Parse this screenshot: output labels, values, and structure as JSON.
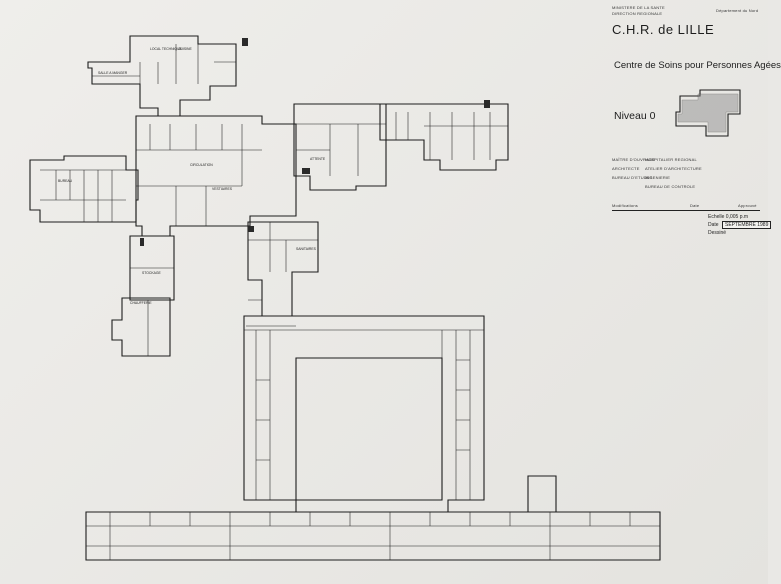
{
  "header": {
    "org_line1": "MINISTERE DE LA SANTE",
    "org_line2": "DIRECTION REGIONALE",
    "corner_note": "Département du Nord"
  },
  "sheet": {
    "title": "C.H.R. de LILLE",
    "subtitle": "Centre de Soins pour Personnes Agées",
    "level": "Niveau 0"
  },
  "info_rows": [
    {
      "key": "MAÎTRE D'OUVRAGE",
      "value": "HOSPITALIER REGIONAL"
    },
    {
      "key": "ARCHITECTE",
      "value": "ATELIER D'ARCHITECTURE"
    },
    {
      "key": "BUREAU D'ETUDES",
      "value": "INGENIERIE"
    },
    {
      "key": "",
      "value": "BUREAU DE CONTROLE"
    }
  ],
  "stamp": {
    "col1": "Modifications",
    "col2": "Date",
    "col3": "Approuvé",
    "scale": "Echelle 0,005 p.m",
    "date_label": "Date",
    "date_value": "SEPTEMBRE 1989",
    "drawn_label": "Dessiné"
  },
  "rooms": [
    {
      "label": "LOCAL TECHNIQUE"
    },
    {
      "label": "CUISINE"
    },
    {
      "label": "SALLE A MANGER"
    },
    {
      "label": "CIRCULATION"
    },
    {
      "label": "VESTIAIRES"
    },
    {
      "label": "ATTENTE"
    },
    {
      "label": "SANITAIRES"
    },
    {
      "label": "STOCKAGE"
    },
    {
      "label": "CHAUFFERIE"
    },
    {
      "label": "BUREAU"
    }
  ],
  "colors": {
    "ink": "#1d1d1d",
    "paper": "#eceae6",
    "hatch": "#8a8a8a"
  }
}
